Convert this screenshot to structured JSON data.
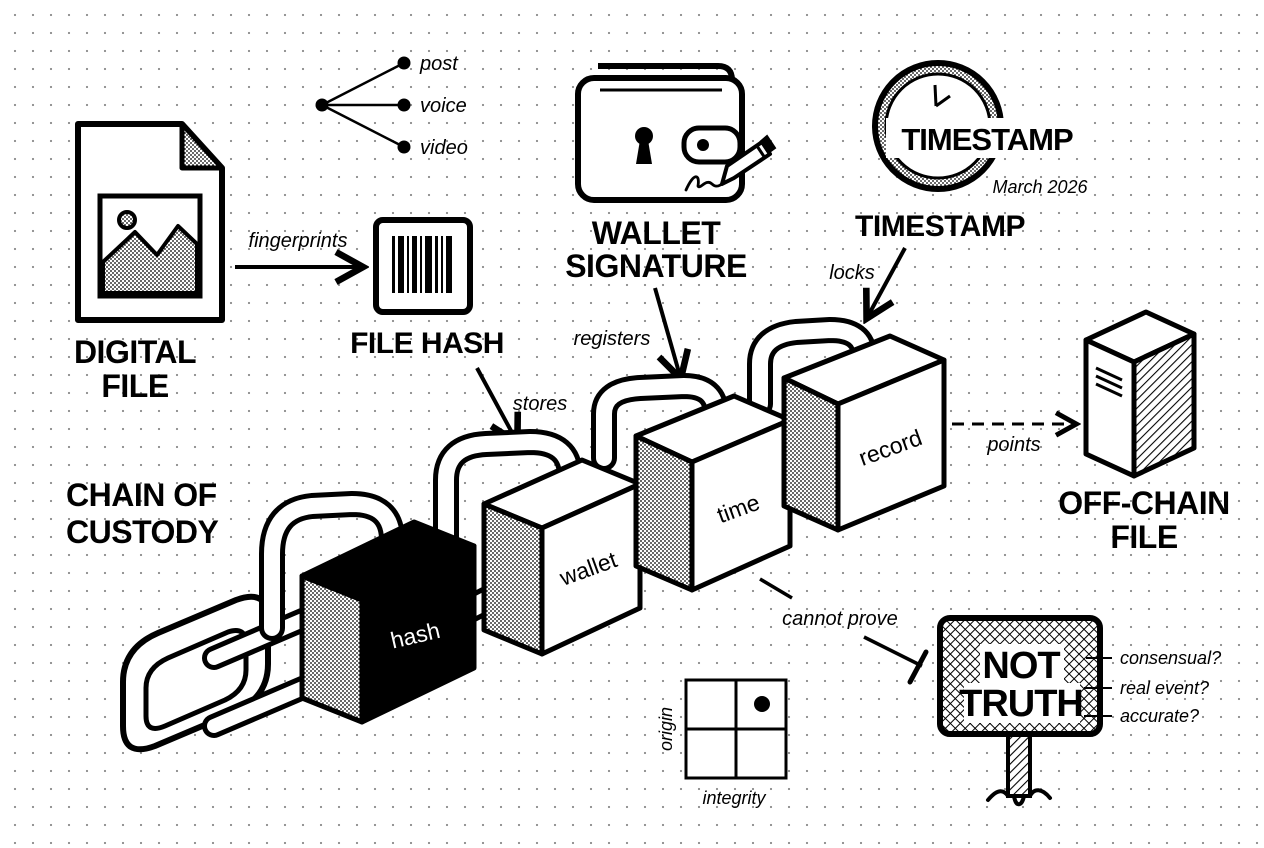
{
  "digital_file": {
    "line1": "DIGITAL",
    "line2": "FILE"
  },
  "file_hash": {
    "label": "FILE HASH"
  },
  "fingerprints_label": "fingerprints",
  "media_types": [
    "post",
    "voice",
    "video"
  ],
  "wallet_signature": {
    "line1": "WALLET",
    "line2": "SIGNATURE"
  },
  "stamp": {
    "word": "TIMESTAMP",
    "date": "March 2026"
  },
  "timestamp_label": "TIMESTAMP",
  "edges": {
    "locks": "locks",
    "registers": "registers",
    "stores": "stores",
    "points": "points",
    "cannot_prove": "cannot prove"
  },
  "chain_of_custody": {
    "line1": "CHAIN OF",
    "line2": "CUSTODY"
  },
  "blocks": [
    "hash",
    "wallet",
    "time",
    "record"
  ],
  "off_chain_file": {
    "line1": "OFF-CHAIN",
    "line2": "FILE"
  },
  "not_truth": {
    "line1": "NOT",
    "line2": "TRUTH"
  },
  "questions": [
    "consensual?",
    "real event?",
    "accurate?"
  ],
  "matrix": {
    "x_label": "integrity",
    "y_label": "origin"
  }
}
